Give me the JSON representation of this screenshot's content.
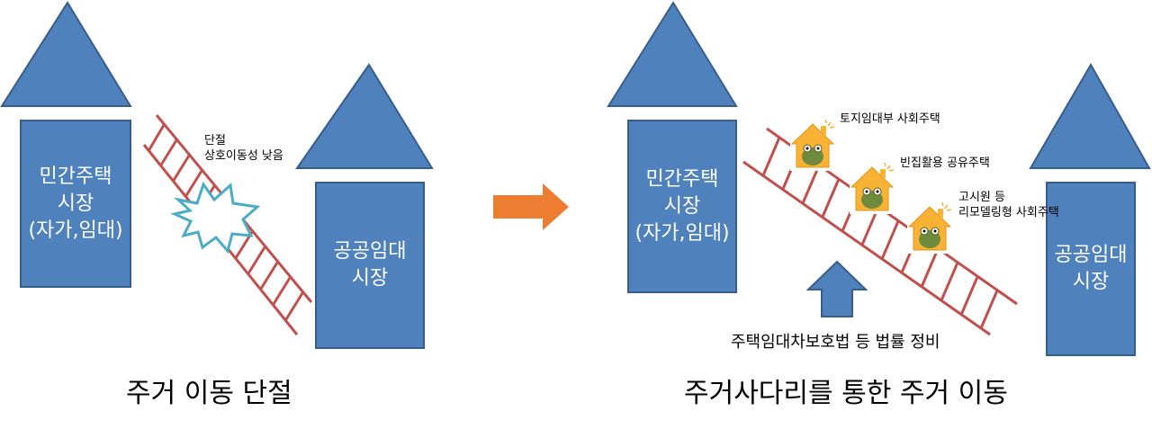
{
  "left_scene": {
    "private_market": [
      "민간주택",
      "시장",
      "(자가,임대)"
    ],
    "public_market": [
      "공공임대",
      "시장"
    ],
    "break_label": [
      "단절",
      "상호이동성 낮음"
    ],
    "caption": "주거 이동 단절"
  },
  "right_scene": {
    "private_market": [
      "민간주택",
      "시장",
      "(자가,임대)"
    ],
    "public_market": [
      "공공임대",
      "시장"
    ],
    "houses": [
      {
        "label": [
          "토지임대부 사회주택"
        ]
      },
      {
        "label": [
          "빈집활용 공유주택"
        ]
      },
      {
        "label": [
          "고시원 등",
          "리모델링형 사회주택"
        ]
      }
    ],
    "arrow_label": "주택임대차보호법 등 법률 정비",
    "caption": "주거사다리를 통한 주거 이동"
  },
  "colors": {
    "box_fill": "#4f81bd",
    "box_border": "#385d8a",
    "ladder": "#c0504d",
    "transition_arrow": "#ed7d31",
    "house": "#f9b233",
    "burst": "#4bacc6"
  },
  "icons": [
    "house-frog-icon",
    "burst-icon",
    "arrow-right-icon",
    "arrow-up-icon"
  ]
}
